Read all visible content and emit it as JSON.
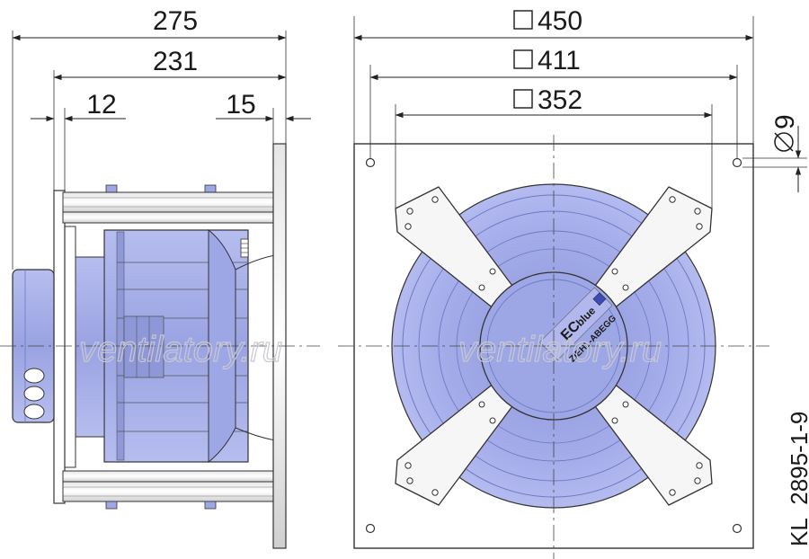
{
  "side_view": {
    "dim_overall": "275",
    "dim_body": "231",
    "dim_left_offset": "12",
    "dim_right_offset": "15"
  },
  "front_view": {
    "dim_plate": "450",
    "dim_holes": "411",
    "dim_bracket": "352",
    "dim_hole_diameter": "9"
  },
  "fan_label": {
    "brand_prefix": "EC",
    "brand_suffix": "blue",
    "maker": "ZIEHL-ABEGG"
  },
  "watermark_left": "ventilatory.ru",
  "watermark_right": "ventilatory.ru",
  "drawing_code": "KL_2895-1-9",
  "colors": {
    "fan_blue": "#a3abe6",
    "fan_blue_dark": "#7f88cf",
    "plate": "#ffffff",
    "bracket": "#f4f4f4",
    "line": "#222222"
  }
}
